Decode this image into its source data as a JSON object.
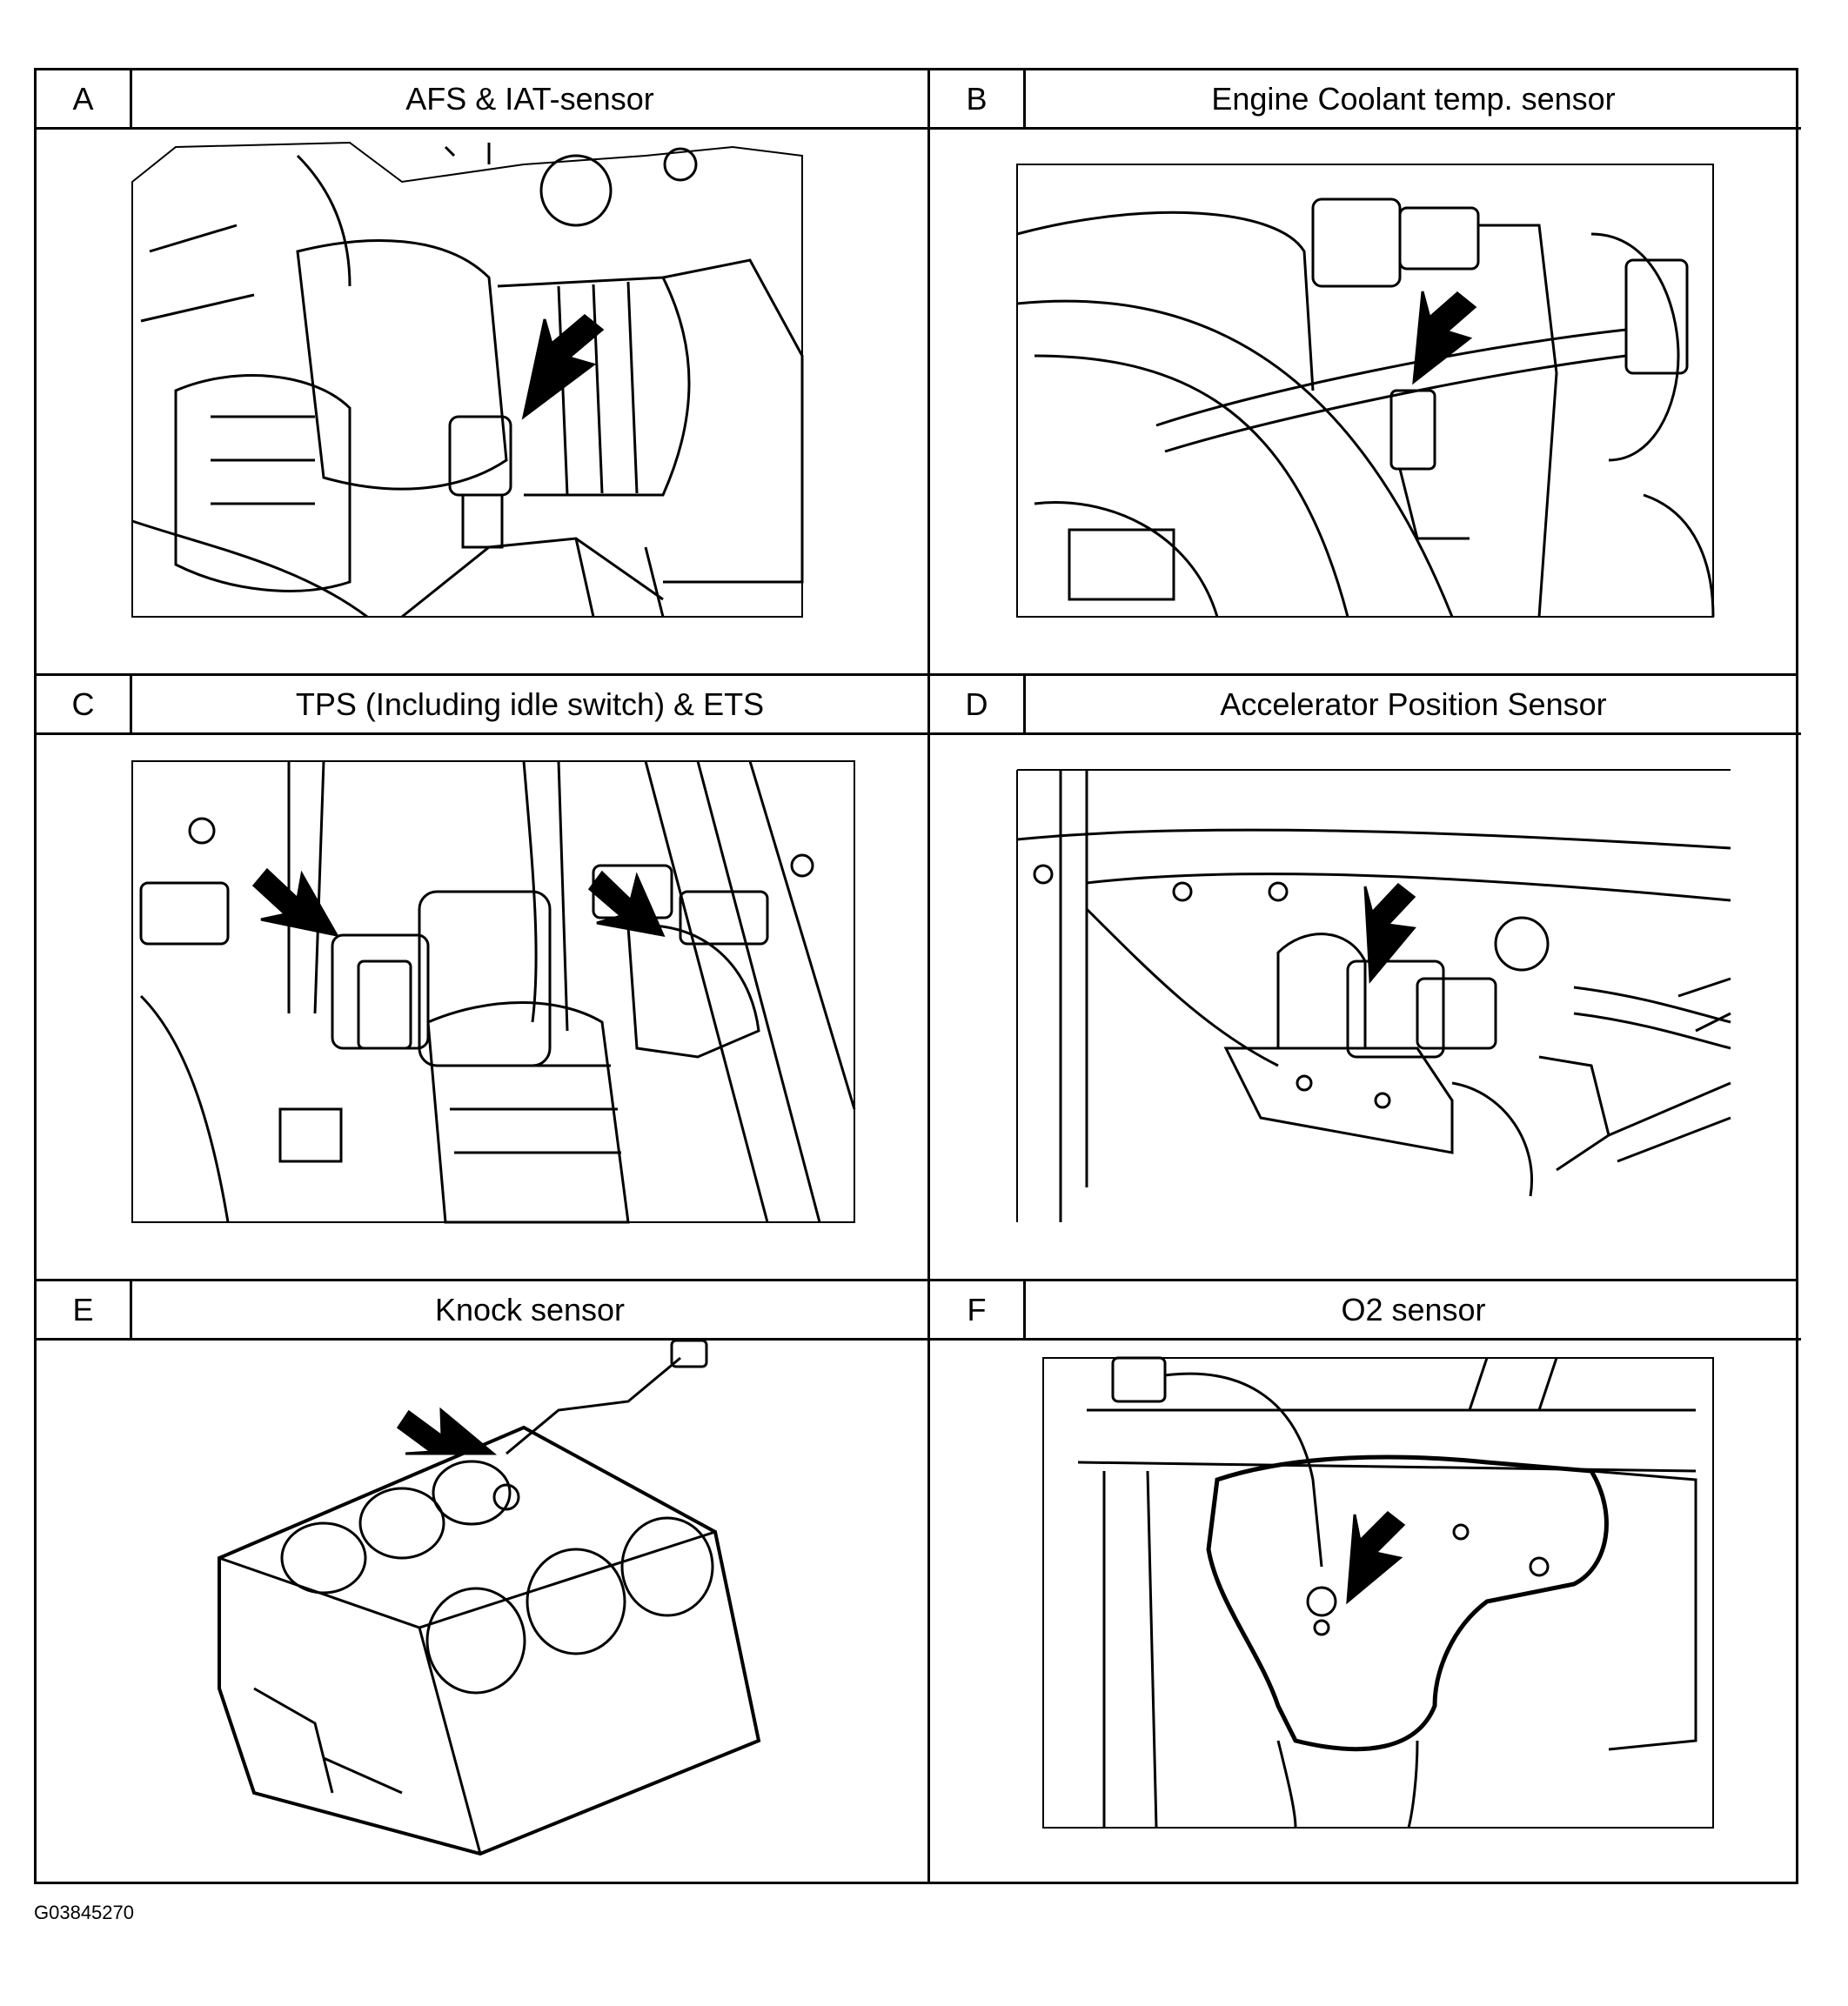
{
  "panels": [
    {
      "letter": "A",
      "title": "AFS & IAT-sensor"
    },
    {
      "letter": "B",
      "title": "Engine Coolant temp.  sensor"
    },
    {
      "letter": "C",
      "title": "TPS (Including idle switch) & ETS"
    },
    {
      "letter": "D",
      "title": "Accelerator Position Sensor"
    },
    {
      "letter": "E",
      "title": "Knock sensor"
    },
    {
      "letter": "F",
      "title": "O2 sensor"
    }
  ],
  "figure_code": "G03845270"
}
